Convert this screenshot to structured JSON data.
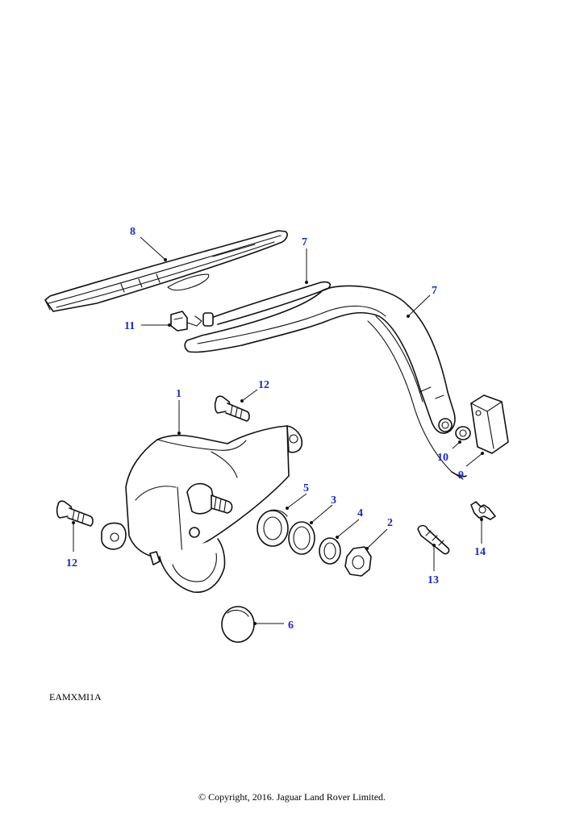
{
  "diagram": {
    "reference_code": "EAMXMI1A",
    "copyright": "© Copyright, 2016. Jaguar Land Rover Limited.",
    "callouts": {
      "c1": "1",
      "c2": "2",
      "c3": "3",
      "c4": "4",
      "c5": "5",
      "c6": "6",
      "c7a": "7",
      "c7b": "7",
      "c8": "8",
      "c9": "9",
      "c10": "10",
      "c11": "11",
      "c12a": "12",
      "c12b": "12",
      "c13": "13",
      "c14": "14"
    },
    "colors": {
      "callout": "#1a2bbf",
      "line": "#111111"
    }
  }
}
